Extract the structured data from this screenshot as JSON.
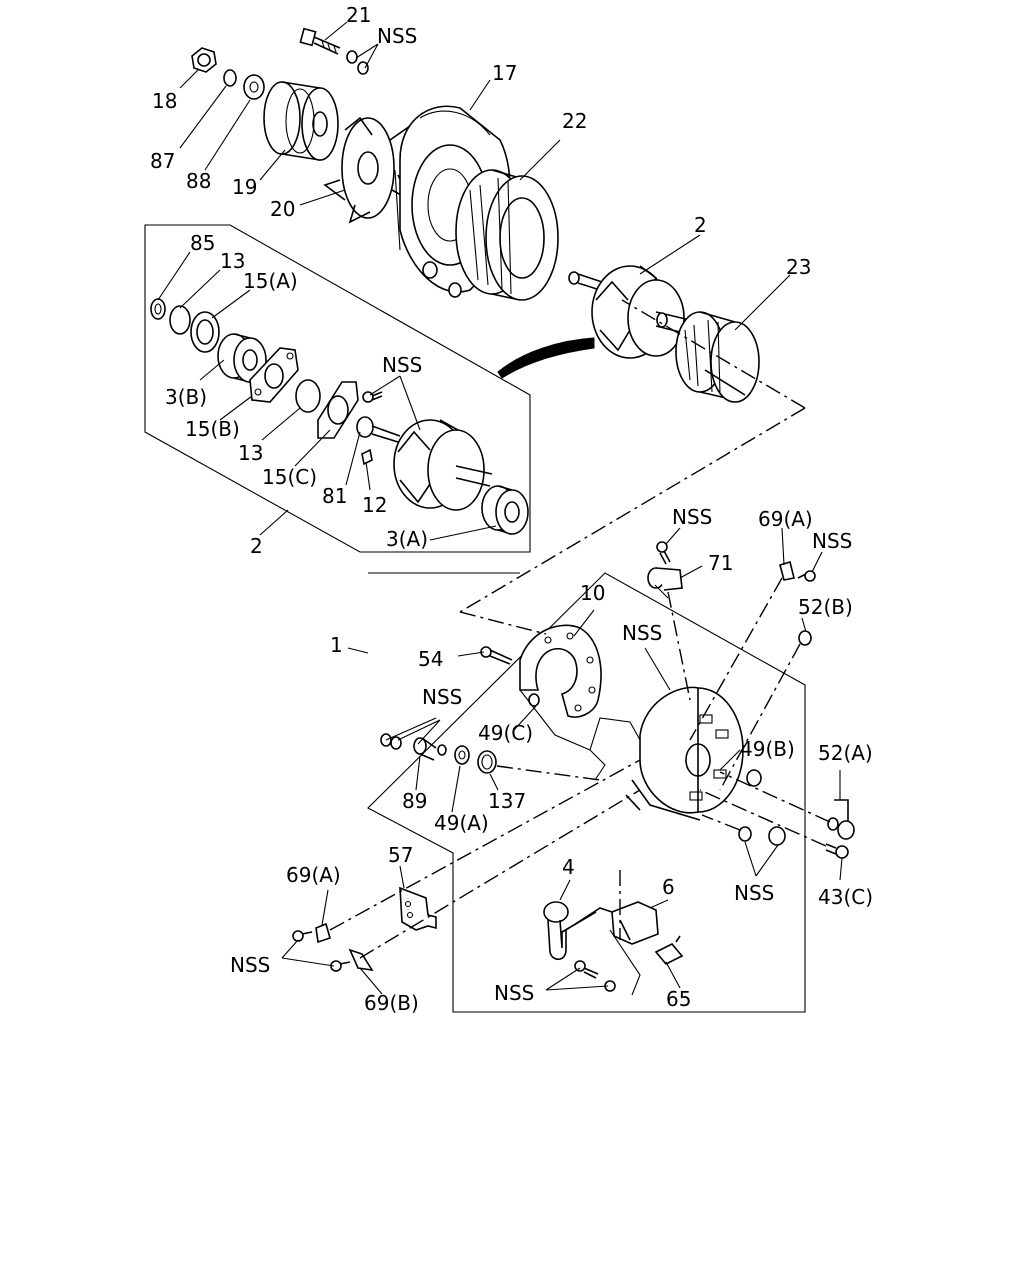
{
  "labels": {
    "p21": "21",
    "nss_top": "NSS",
    "p17": "17",
    "p18": "18",
    "p87": "87",
    "p88": "88",
    "p19": "19",
    "p20": "20",
    "p22": "22",
    "p85": "85",
    "p13a": "13",
    "p15a": "15(A)",
    "p3b": "3(B)",
    "p15b": "15(B)",
    "p13b": "13",
    "p15c": "15(C)",
    "nss_rotor": "NSS",
    "p81": "81",
    "p12": "12",
    "p3a": "3(A)",
    "p2_group": "2",
    "p2_rotor": "2",
    "p23": "23",
    "nss_71": "NSS",
    "p69a_top": "69(A)",
    "nss_69": "NSS",
    "p71": "71",
    "p10": "10",
    "p52b": "52(B)",
    "nss_frame": "NSS",
    "p1": "1",
    "p54": "54",
    "nss_89": "NSS",
    "p49c": "49(C)",
    "p49b": "49(B)",
    "p52a": "52(A)",
    "p89": "89",
    "p49a": "49(A)",
    "p137": "137",
    "nss_cap": "NSS",
    "p43c": "43(C)",
    "p57": "57",
    "p4": "4",
    "p6": "6",
    "p69a_bottom": "69(A)",
    "nss_57": "NSS",
    "nss_4": "NSS",
    "p65": "65",
    "p69b": "69(B)"
  }
}
